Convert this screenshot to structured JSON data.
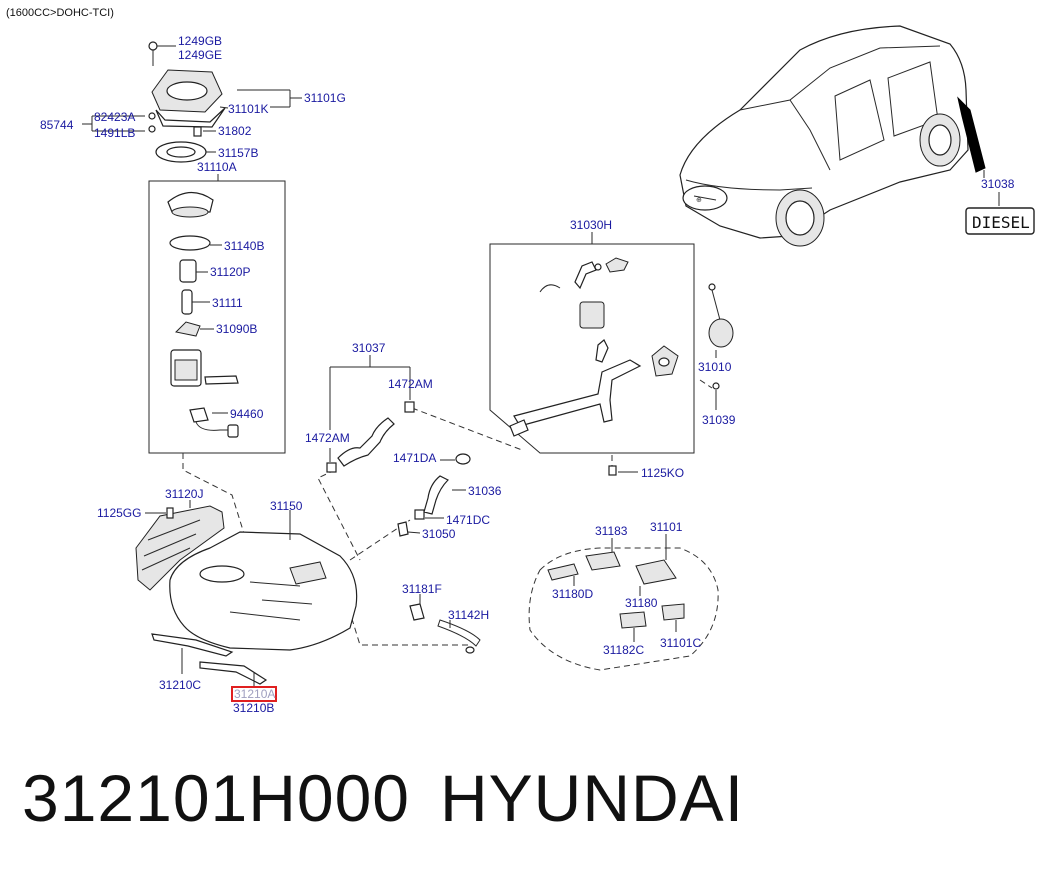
{
  "header": {
    "engine_spec": "(1600CC>DOHC-TCI)"
  },
  "callouts": {
    "c1249GB": "1249GB",
    "c1249GE": "1249GE",
    "c31101K": "31101K",
    "c31101G": "31101G",
    "c82423A": "82423A",
    "c85744": "85744",
    "c1491LB": "1491LB",
    "c31802": "31802",
    "c31157B": "31157B",
    "c31110A": "31110A",
    "c31140B": "31140B",
    "c31120P": "31120P",
    "c31111": "31111",
    "c31090B": "31090B",
    "c94460": "94460",
    "c31037": "31037",
    "c1472AM_a": "1472AM",
    "c1472AM_b": "1472AM",
    "c1471DA": "1471DA",
    "c31036": "31036",
    "c1471DC": "1471DC",
    "c31050": "31050",
    "c31030H": "31030H",
    "c31010": "31010",
    "c31039": "31039",
    "c1125KO": "1125KO",
    "c31038": "31038",
    "c31120J": "31120J",
    "c1125GG": "1125GG",
    "c31150": "31150",
    "c31181F": "31181F",
    "c31142H": "31142H",
    "c31210C": "31210C",
    "c31210A": "31210A",
    "c31210B": "31210B",
    "c31183": "31183",
    "c31101": "31101",
    "c31180D": "31180D",
    "c31180": "31180",
    "c31182C": "31182C",
    "c31101C": "31101C"
  },
  "badge": {
    "diesel": "DIESEL"
  },
  "highlight": {
    "part": "31210A",
    "color": "#e02020"
  },
  "footer": {
    "part_number": "312101H000",
    "brand": "HYUNDAI"
  },
  "colors": {
    "callout_text": "#1a1aa0",
    "line": "#2a2a2a",
    "highlight": "#e02020"
  }
}
